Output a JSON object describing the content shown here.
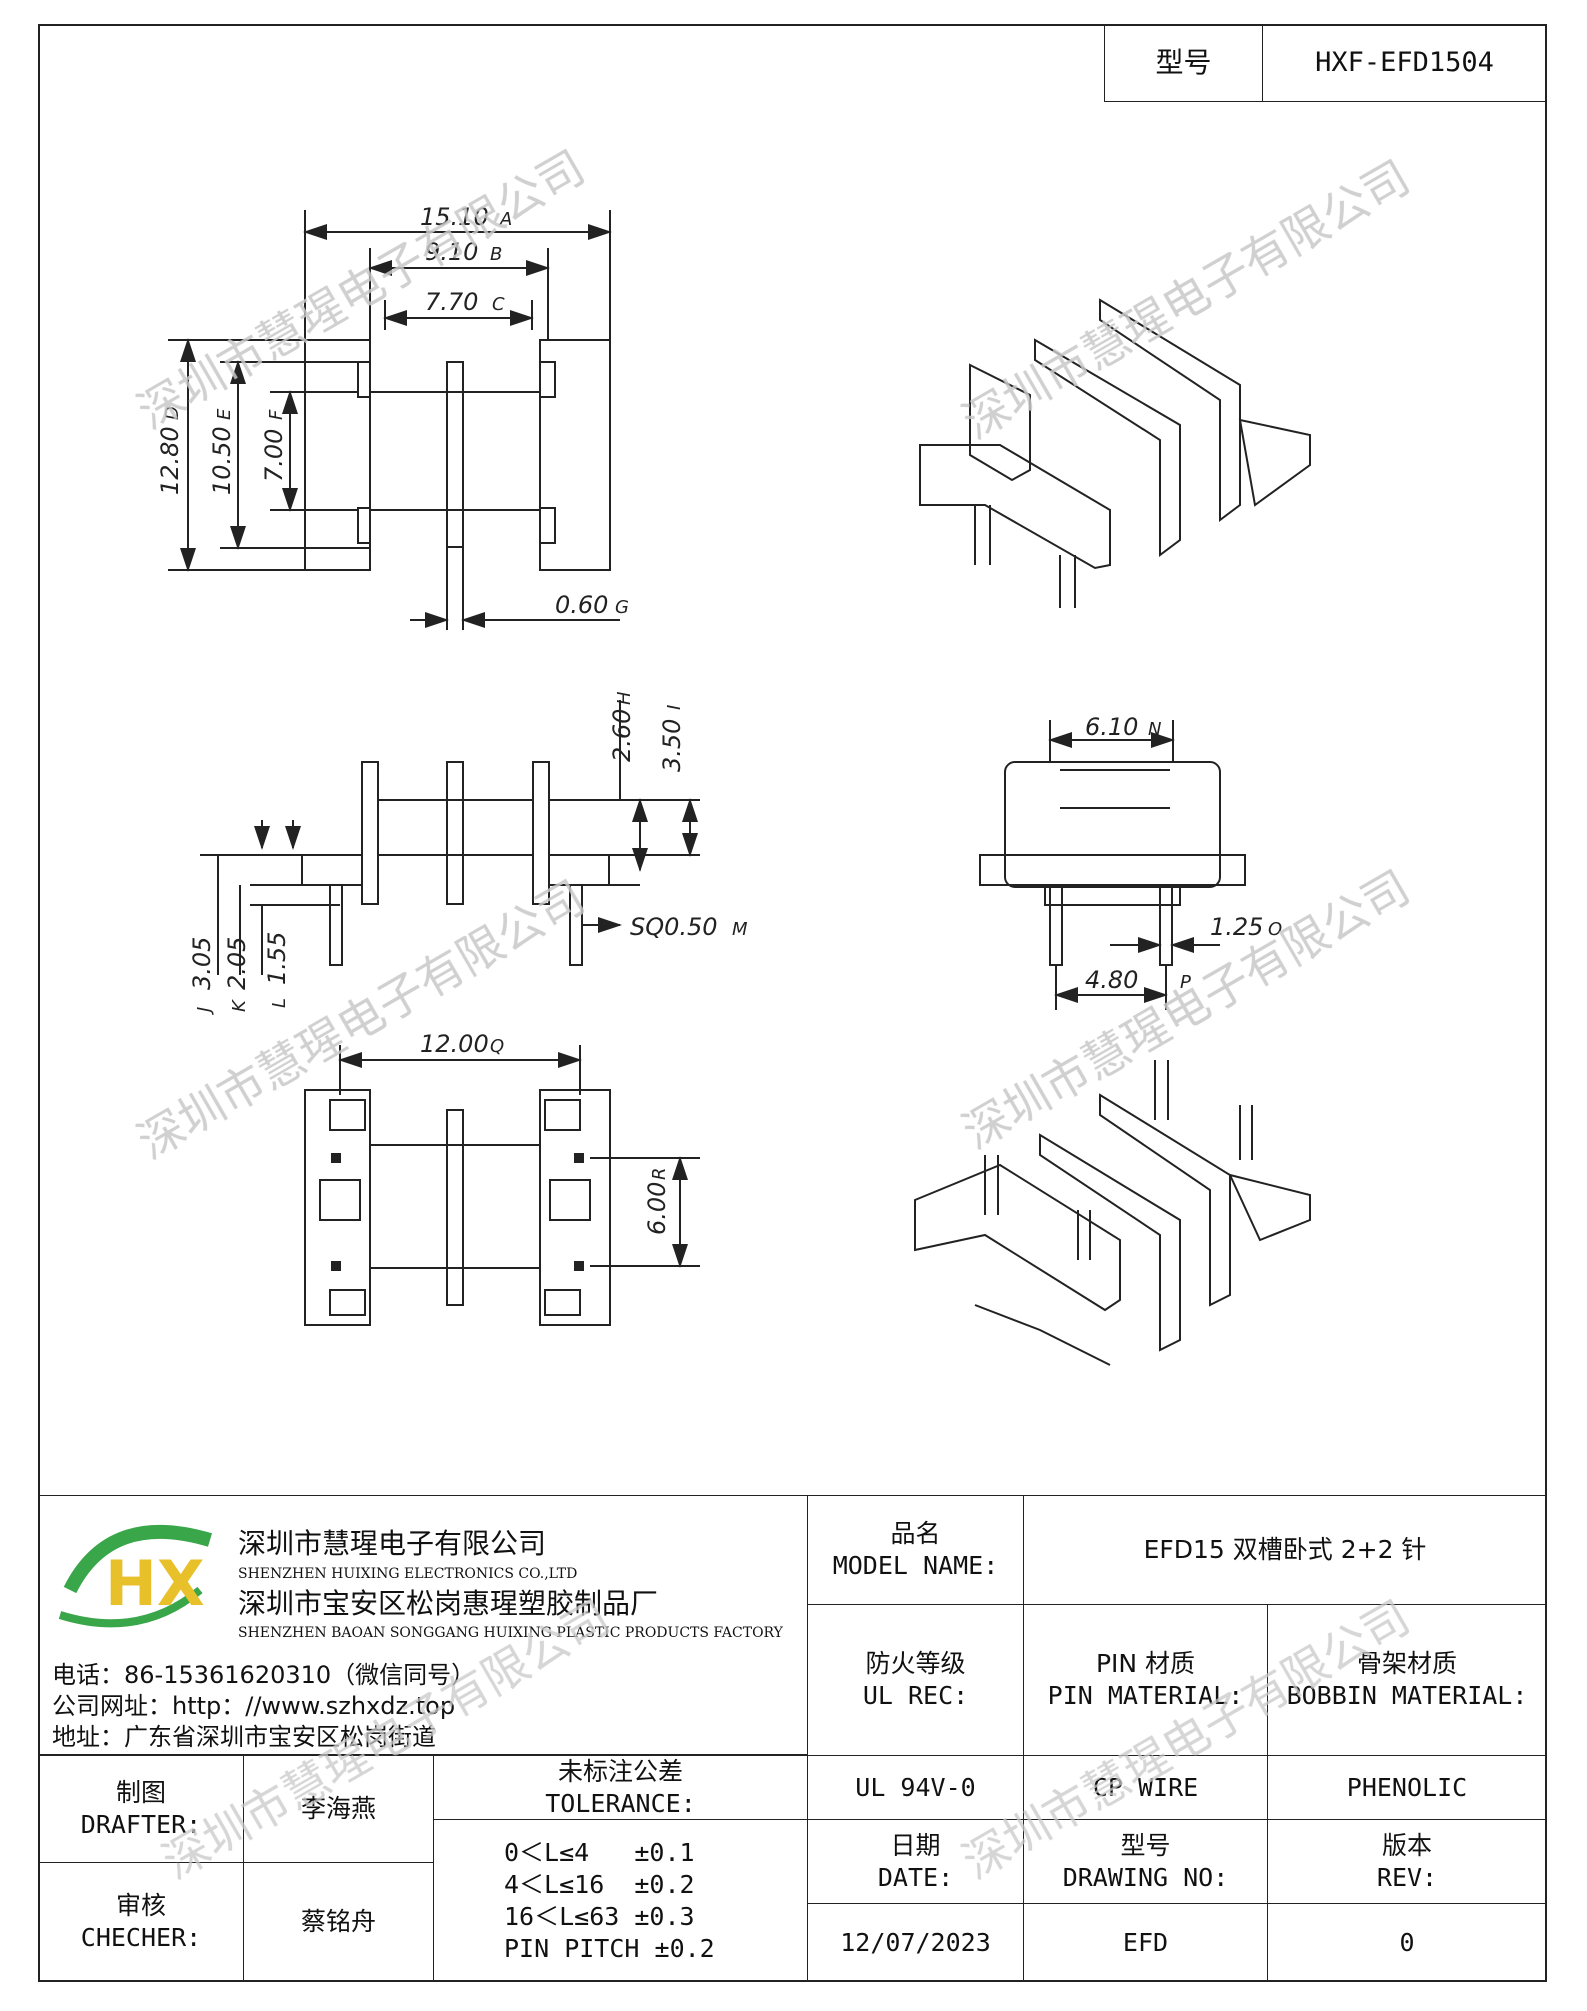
{
  "header": {
    "model_label": "型号",
    "model_value": "HXF-EFD1504"
  },
  "watermark": "深圳市慧瑆电子有限公司",
  "dimensions": {
    "top_view": [
      "15.10",
      "9.10",
      "7.70",
      "12.80",
      "10.50",
      "7.00",
      "0.60"
    ],
    "top_view_refs": [
      "A",
      "B",
      "C",
      "D",
      "E",
      "F",
      "G"
    ],
    "side_view": [
      "2.60",
      "3.50",
      "3.05",
      "2.05",
      "1.55",
      "SQ0.50"
    ],
    "side_view_refs": [
      "H",
      "I",
      "J",
      "K",
      "L",
      "M"
    ],
    "end_view": [
      "6.10",
      "1.25",
      "4.80"
    ],
    "end_view_refs": [
      "N",
      "O",
      "P"
    ],
    "bottom_view": [
      "12.00",
      "6.00"
    ],
    "bottom_view_refs": [
      "Q",
      "R"
    ]
  },
  "company": {
    "logo_letters": "HX",
    "name_cn": "深圳市慧瑆电子有限公司",
    "name_en": "SHENZHEN HUIXING ELECTRONICS CO.,LTD",
    "factory_cn": "深圳市宝安区松岗惠瑆塑胶制品厂",
    "factory_en": "SHENZHEN BAOAN SONGGANG HUIXING PLASTIC PRODUCTS FACTORY",
    "phone": "电话：86-15361620310（微信同号）",
    "website": "公司网址：http：//www.szhxdz.top",
    "address": "地址：广东省深圳市宝安区松岗街道"
  },
  "table": {
    "model_name_cn": "品名",
    "model_name_en": "MODEL NAME:",
    "model_name_value": "EFD15 双槽卧式 2+2 针",
    "ul_cn": "防火等级",
    "ul_en": "UL REC:",
    "pin_mat_cn": "PIN 材质",
    "pin_mat_en": "PIN MATERIAL:",
    "bobbin_cn": "骨架材质",
    "bobbin_en": "BOBBIN MATERIAL:",
    "ul_value": "UL 94V-0",
    "pin_value": "CP WIRE",
    "bobbin_value": "PHENOLIC",
    "drafter_cn": "制图",
    "drafter_en": "DRAFTER:",
    "drafter_name": "李海燕",
    "checker_cn": "审核",
    "checker_en": "CHECHER:",
    "checker_name": "蔡铭舟",
    "tolerance_cn": "未标注公差",
    "tolerance_en": "TOLERANCE:",
    "tolerance_rows": [
      "0＜L≤4   ±0.1",
      "4＜L≤16  ±0.2",
      "16＜L≤63 ±0.3",
      "PIN PITCH ±0.2"
    ],
    "date_cn": "日期",
    "date_en": "DATE:",
    "date_value": "12/07/2023",
    "drawing_cn": "型号",
    "drawing_en": "DRAWING NO:",
    "drawing_value": "EFD",
    "rev_cn": "版本",
    "rev_en": "REV:",
    "rev_value": "0"
  },
  "colors": {
    "logo_green": "#3aa64a",
    "logo_yellow": "#e8c12a",
    "logo_blue": "#2f5fa8",
    "watermark": "#c8c8c8"
  }
}
